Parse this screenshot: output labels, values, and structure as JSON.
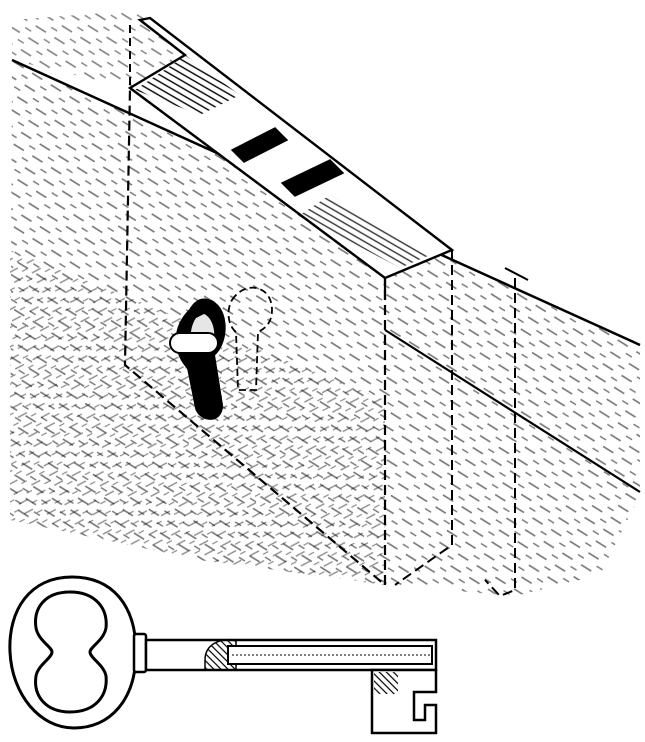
{
  "illustration": {
    "subject": "lock-and-key",
    "style": "line-engraving",
    "ink_color": "#000000",
    "paper_color": "#ffffff"
  },
  "parts": {
    "lock": {
      "icon": "mortise-lock",
      "slots": 2,
      "has_keyhole": true
    },
    "key": {
      "icon": "warded-key",
      "bow": "figure-eight",
      "has_bit": true
    }
  }
}
